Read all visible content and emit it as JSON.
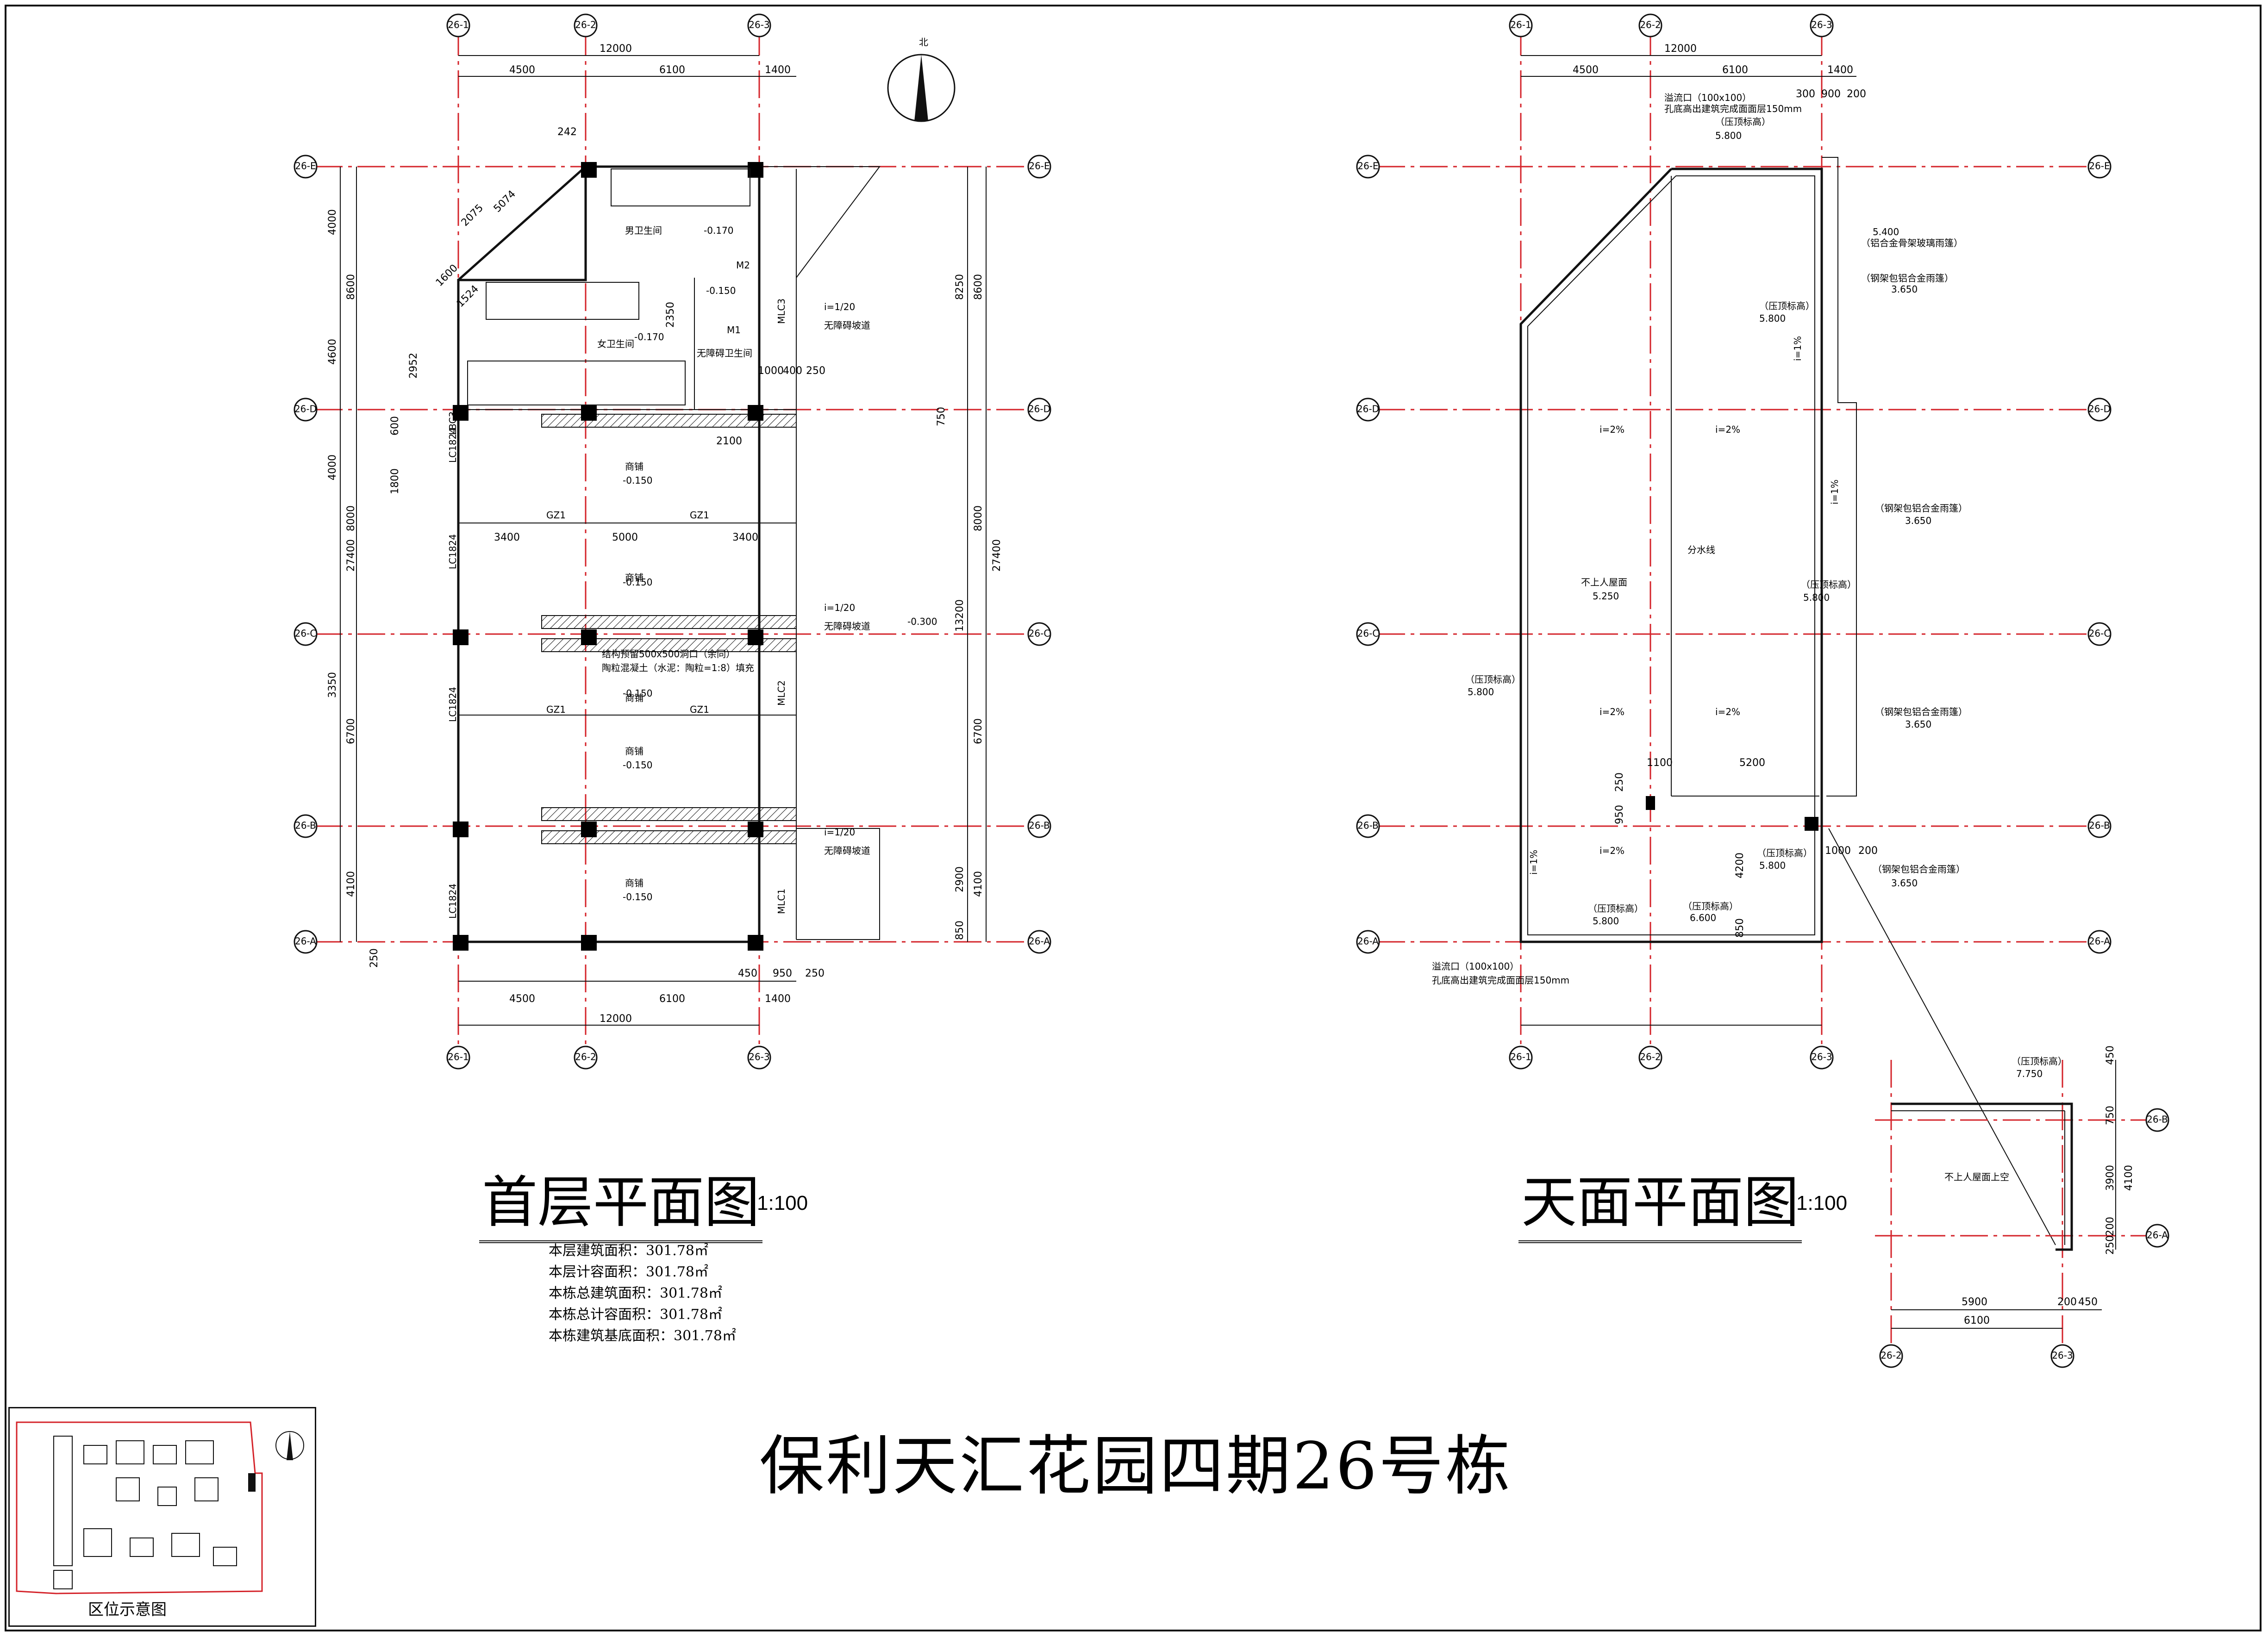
{
  "project_title": "保利天汇花园四期26号栋",
  "ground_floor": {
    "title": "首层平面图",
    "scale": "1:100",
    "area_notes": [
      "本层建筑面积：301.78㎡",
      "本层计容面积：301.78㎡",
      "本栋总建筑面积：301.78㎡",
      "本栋总计容面积：301.78㎡",
      "本栋建筑基底面积：301.78㎡"
    ],
    "rooms": {
      "mens_wc": "男卫生间",
      "womens_wc": "女卫生间",
      "accessible_wc": "无障碍卫生间",
      "shop": "商铺"
    },
    "elevations": [
      "-0.170",
      "-0.150",
      "-0.170",
      "-0.150",
      "-0.150",
      "-0.150",
      "-0.150",
      "-0.150",
      "-0.300"
    ],
    "ramp_labels": [
      "i=1/20",
      "无障碍坡道"
    ],
    "doors": [
      "M1",
      "M2",
      "MLC1",
      "MLC2",
      "MLC3",
      "LC1824",
      "LBC3",
      "GZ1"
    ],
    "beam_note": "结构预留500x500洞口（余同）",
    "fill_note": "陶粒混凝土（水泥：陶粒=1:8）填充",
    "top_dims": [
      "12000",
      "4500",
      "6100",
      "1400"
    ],
    "bottom_dims": [
      "450",
      "950",
      "250",
      "4500",
      "6100",
      "1400",
      "12000"
    ],
    "left_dims": [
      "4000",
      "4600",
      "8600",
      "27400",
      "600",
      "1800",
      "4000",
      "8000",
      "3350",
      "6700",
      "4100",
      "250"
    ],
    "right_dims": [
      "8250",
      "8600",
      "750",
      "13200",
      "8000",
      "27400",
      "6700",
      "2900",
      "4100",
      "850"
    ],
    "inner_dims": [
      "3400",
      "5000",
      "3400",
      "2100",
      "1000",
      "400",
      "250",
      "2952",
      "5074",
      "2075",
      "242",
      "1600",
      "1524",
      "2350"
    ]
  },
  "roof_plan": {
    "title": "天面平面图",
    "scale": "1:100",
    "labels": {
      "drain": "溢流口（100x100）",
      "drain_note": "孔底高出建筑完成面面层150mm",
      "parapet": "（压顶标高）",
      "not_accessible": "不上人屋面",
      "divide_line": "分水线",
      "glass_canopy": "（铝合金骨架玻璃雨篷）",
      "steel_canopy": "（钢架包铝合金雨篷）"
    },
    "elevations": [
      "5.800",
      "5.400",
      "3.650",
      "5.800",
      "5.250",
      "5.800",
      "3.650",
      "5.800",
      "3.650",
      "5.800",
      "6.600",
      "5.800",
      "3.650",
      "7.750"
    ],
    "slopes": [
      "i=2%",
      "i=1%"
    ],
    "dims": [
      "12000",
      "4500",
      "6100",
      "1400",
      "300",
      "900",
      "200",
      "1100",
      "5200",
      "250",
      "950",
      "4200",
      "850",
      "1000",
      "200"
    ]
  },
  "canopy_detail": {
    "label": "不上人屋面上空",
    "dims": [
      "450",
      "750",
      "3900",
      "4100",
      "250",
      "200",
      "5900",
      "200",
      "450",
      "6100"
    ]
  },
  "axes": [
    "26-1",
    "26-2",
    "26-3",
    "26-A",
    "26-B",
    "26-C",
    "26-D",
    "26-E"
  ],
  "north_label": "北",
  "keymap_label": "区位示意图"
}
